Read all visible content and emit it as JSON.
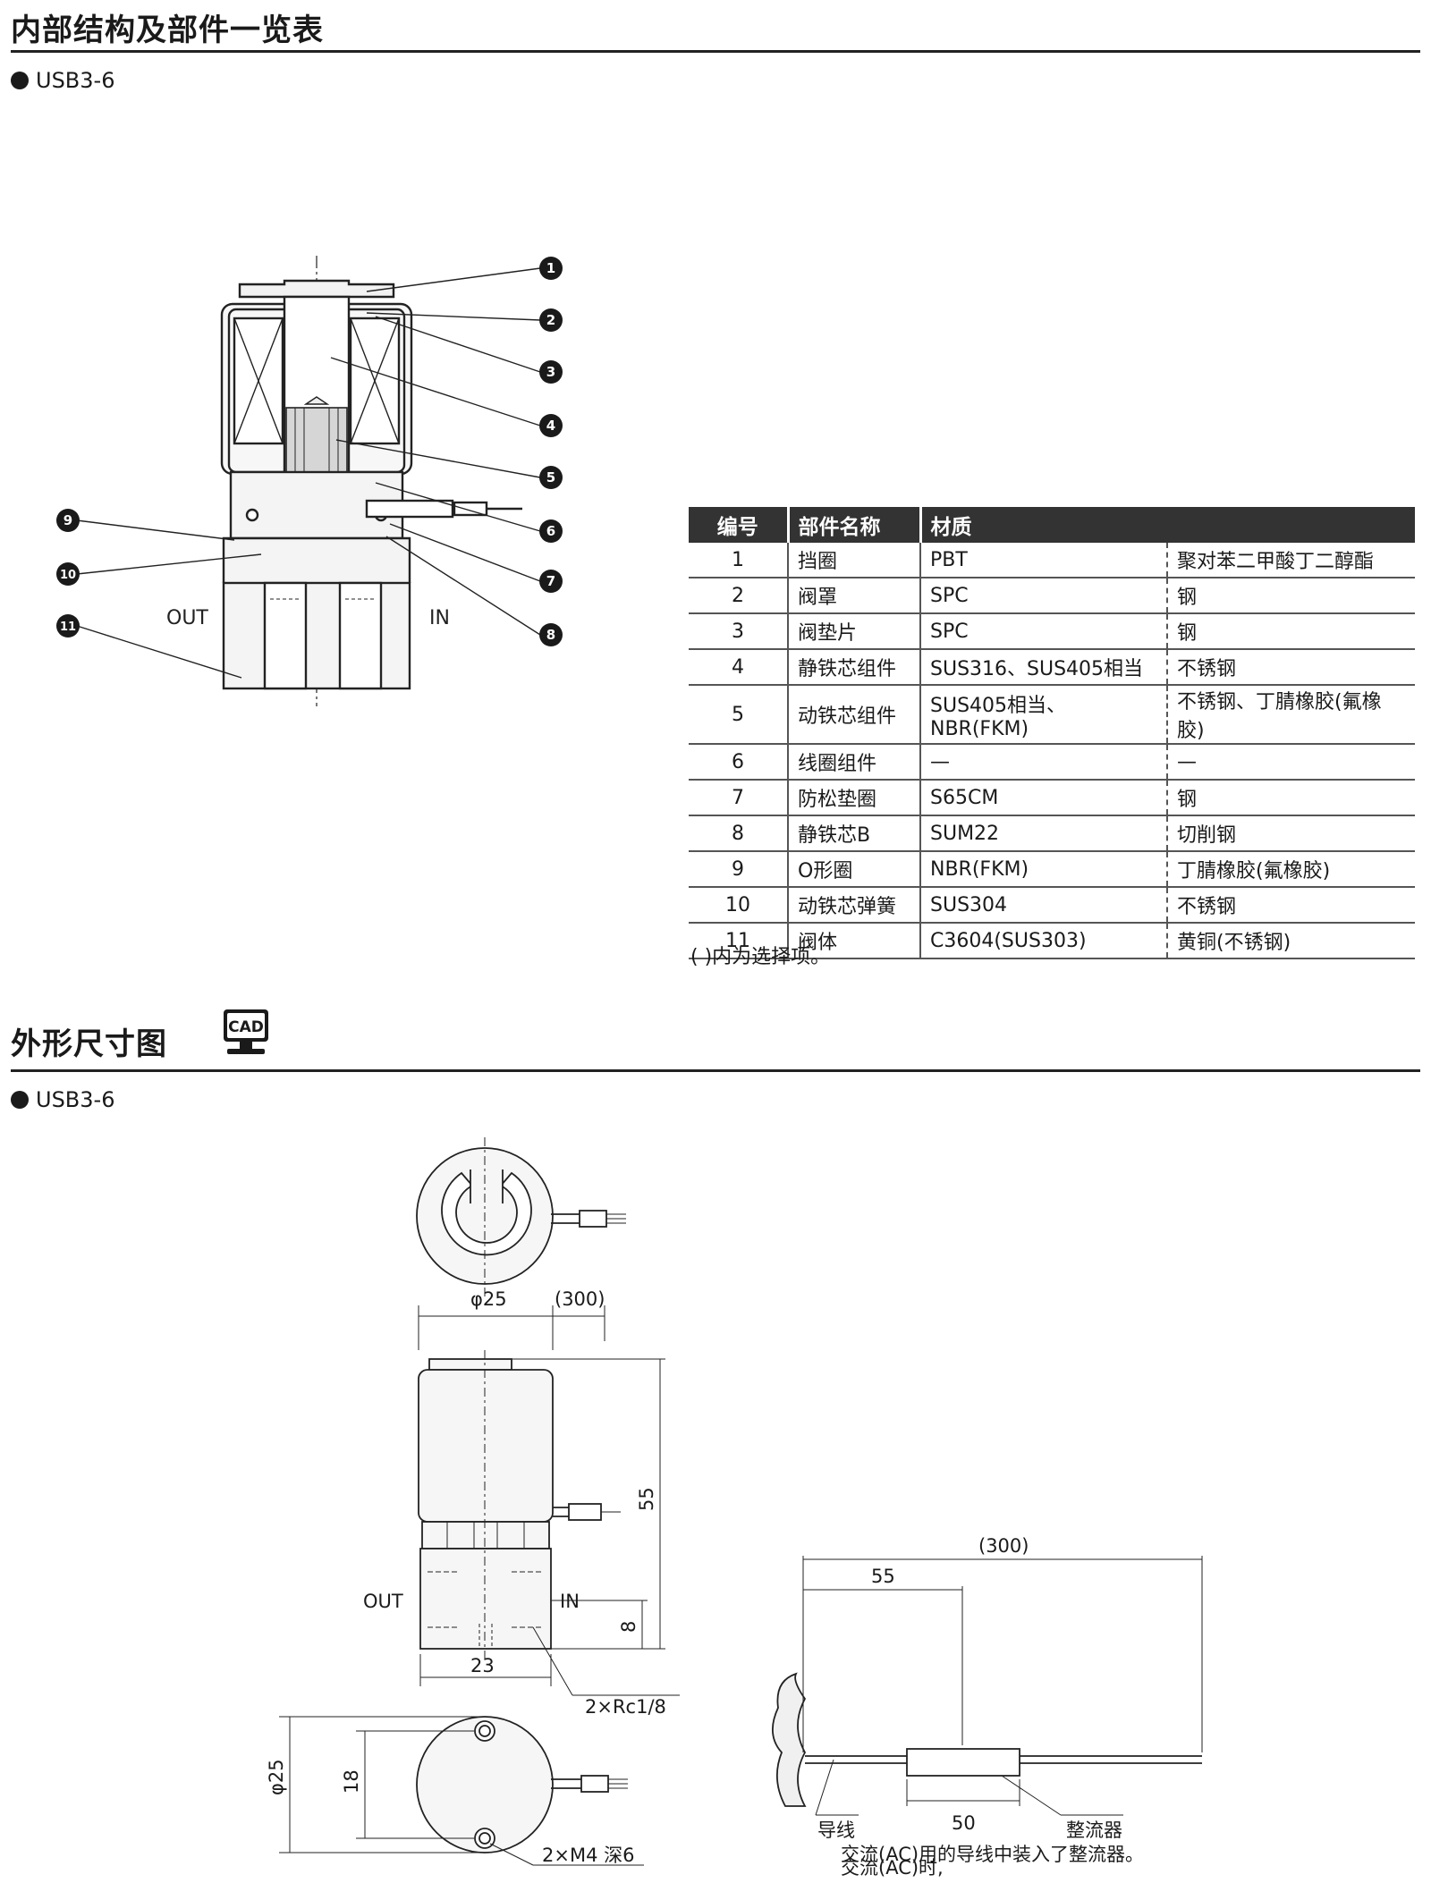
{
  "section1": {
    "title": "内部结构及部件一览表",
    "model": "USB3-6",
    "callouts": [
      "1",
      "2",
      "3",
      "4",
      "5",
      "6",
      "7",
      "8",
      "9",
      "10",
      "11"
    ],
    "port_out": "OUT",
    "port_in": "IN"
  },
  "parts_table": {
    "headers": [
      "编号",
      "部件名称",
      "材质"
    ],
    "rows": [
      {
        "no": "1",
        "name": "挡圈",
        "material": "PBT",
        "material_cn": "聚对苯二甲酸丁二醇酯"
      },
      {
        "no": "2",
        "name": "阀罩",
        "material": "SPC",
        "material_cn": "钢"
      },
      {
        "no": "3",
        "name": "阀垫片",
        "material": "SPC",
        "material_cn": "钢"
      },
      {
        "no": "4",
        "name": "静铁芯组件",
        "material": "SUS316、SUS405相当",
        "material_cn": "不锈钢"
      },
      {
        "no": "5",
        "name": "动铁芯组件",
        "material": "SUS405相当、NBR(FKM)",
        "material_cn": "不锈钢、丁腈橡胶(氟橡胶)"
      },
      {
        "no": "6",
        "name": "线圈组件",
        "material": "—",
        "material_cn": "—"
      },
      {
        "no": "7",
        "name": "防松垫圈",
        "material": "S65CM",
        "material_cn": "钢"
      },
      {
        "no": "8",
        "name": "静铁芯B",
        "material": "SUM22",
        "material_cn": "切削钢"
      },
      {
        "no": "9",
        "name": "O形圈",
        "material": "NBR(FKM)",
        "material_cn": "丁腈橡胶(氟橡胶)"
      },
      {
        "no": "10",
        "name": "动铁芯弹簧",
        "material": "SUS304",
        "material_cn": "不锈钢"
      },
      {
        "no": "11",
        "name": "阀体",
        "material": "C3604(SUS303)",
        "material_cn": "黄铜(不锈钢)"
      }
    ],
    "note": "(    )内为选择项。"
  },
  "section2": {
    "title": "外形尺寸图",
    "cad_label": "CAD",
    "model": "USB3-6",
    "dims": {
      "dia": "φ25",
      "lead": "(300)",
      "height": "55",
      "port_height": "8",
      "width": "23",
      "port_thread": "2×Rc1/8",
      "bottom_dia": "φ25",
      "hole_pitch": "18",
      "mount_thread": "2×M4  深6",
      "port_out": "OUT",
      "port_in": "IN"
    },
    "lead_diagram": {
      "total": "(300)",
      "to_rectifier": "55",
      "rectifier_len": "50",
      "lead_label": "导线",
      "rectifier_label": "整流器",
      "note1": "交流(AC)时,",
      "note2": "交流(AC)用的导线中装入了整流器。"
    }
  }
}
